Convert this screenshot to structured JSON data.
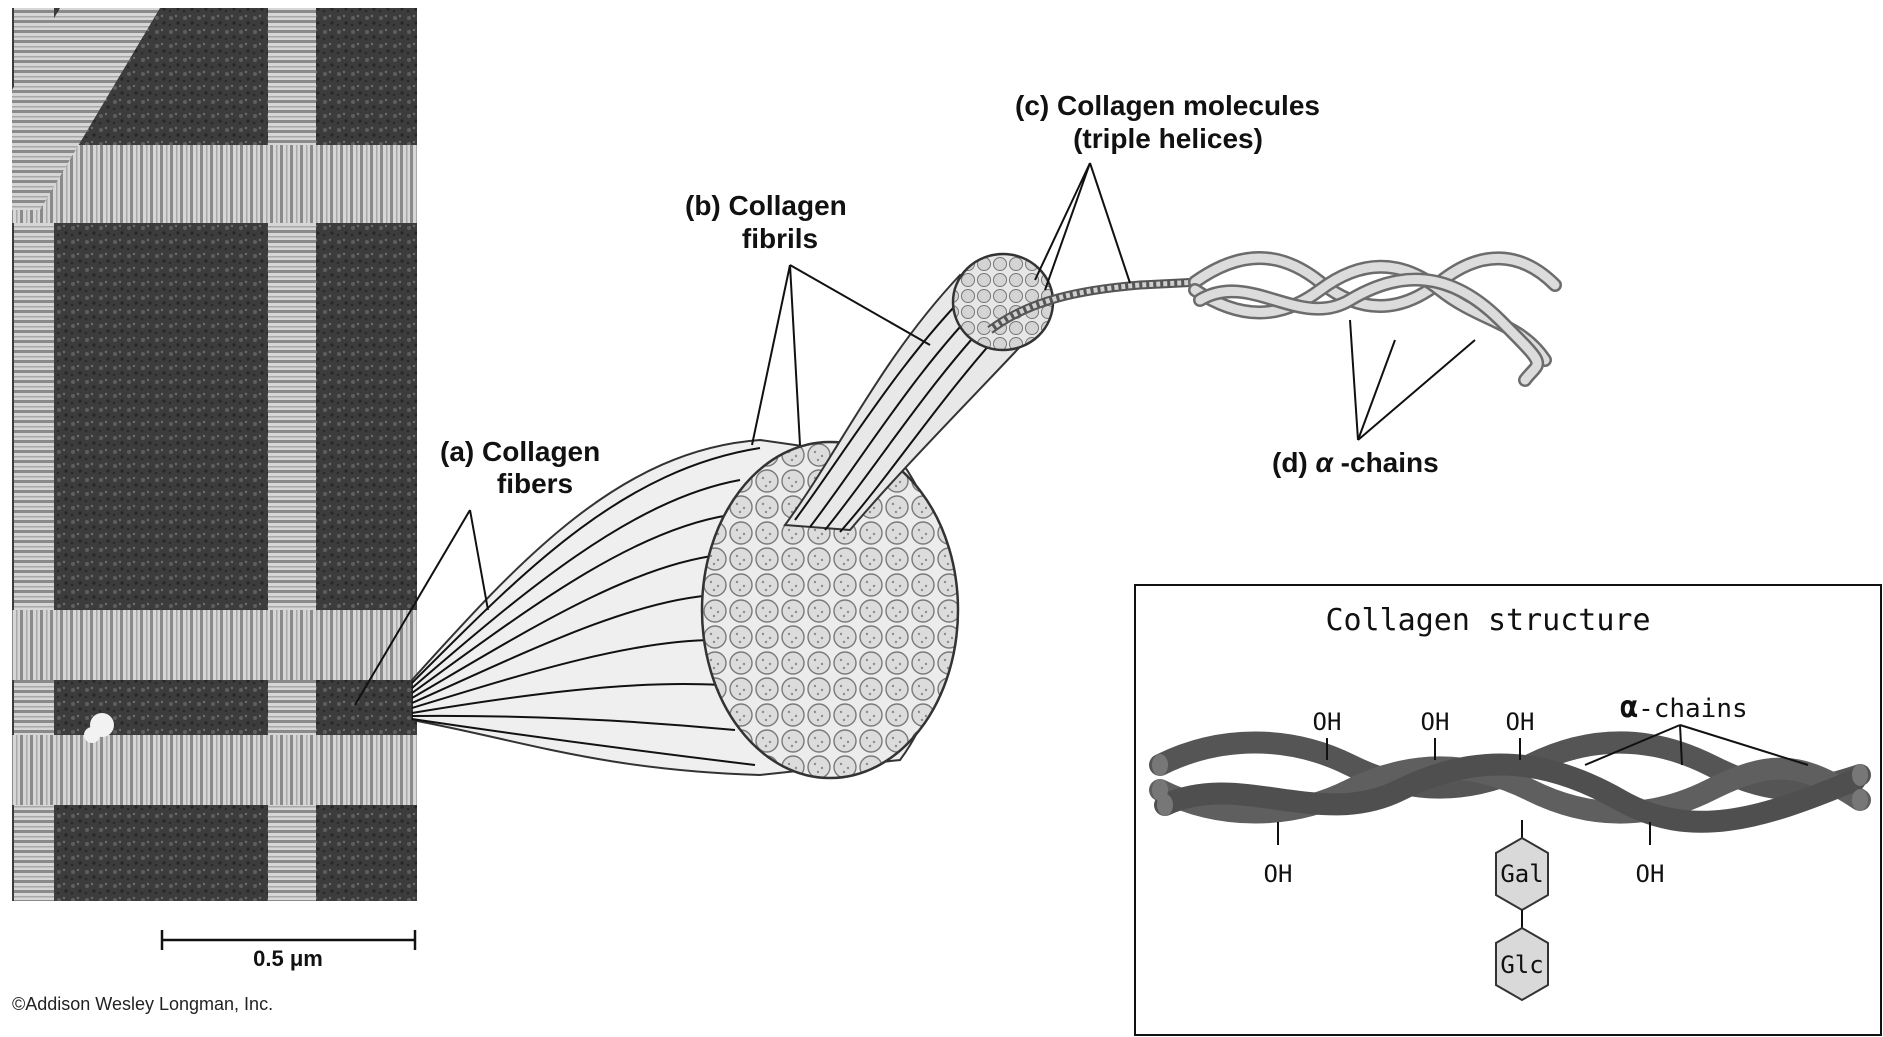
{
  "labels": {
    "fibers_line1": "(a) Collagen",
    "fibers_line2": "fibers",
    "fibrils_line1": "(b) Collagen",
    "fibrils_line2": "fibrils",
    "molecules_line1": "(c) Collagen molecules",
    "molecules_line2": "(triple helices)",
    "alpha_prefix": "(d) ",
    "alpha_symbol": "α",
    "alpha_suffix": " -chains"
  },
  "scale_bar": {
    "label": "0.5 μm"
  },
  "copyright": "©Addison Wesley Longman, Inc.",
  "inset": {
    "title": "Collagen structure",
    "alpha_symbol": "α",
    "alpha_suffix": "-chains",
    "oh_top_1": "OH",
    "oh_top_2": "OH",
    "oh_top_3": "OH",
    "oh_bottom_1": "OH",
    "oh_bottom_2": "OH",
    "sugar_1": "Gal",
    "sugar_2": "Glc"
  },
  "colors": {
    "micrograph_bg": "#3a3a3a",
    "fiber_band": "#cfcfcf",
    "helix_dark": "#5b5b5b",
    "sugar_fill": "#d9d9d9"
  }
}
